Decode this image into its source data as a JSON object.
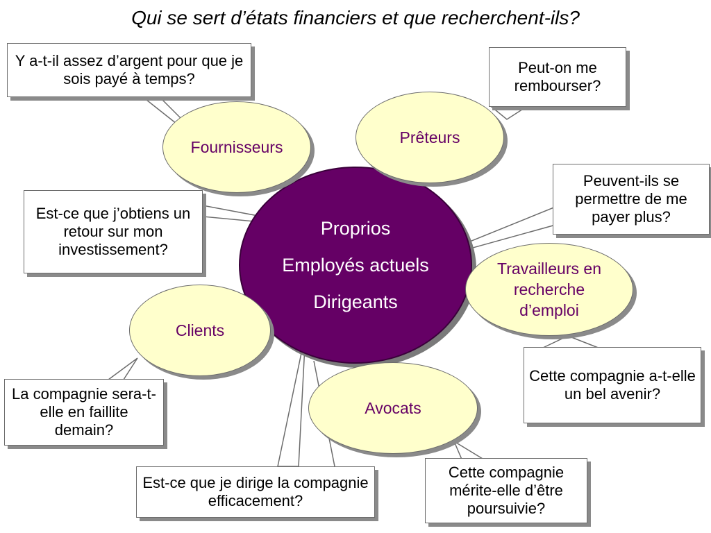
{
  "title": "Qui se sert d’états financiers et que recherchent-ils?",
  "colors": {
    "center_fill": "#650065",
    "center_text": "#ffffff",
    "group_fill": "#ffffcc",
    "group_text": "#650065",
    "callout_fill": "#ffffff",
    "shadow": "#8a8a8a"
  },
  "center": {
    "lines": [
      "Proprios",
      "Employés actuels",
      "Dirigeants"
    ]
  },
  "groups": {
    "fournisseurs": "Fournisseurs",
    "preteurs": "Prêteurs",
    "travailleurs": "Travailleurs en recherche d’emploi",
    "clients": "Clients",
    "avocats": "Avocats"
  },
  "questions": {
    "fournisseurs": "Y a-t-il assez d’argent pour que je sois payé à temps?",
    "preteurs": "Peut-on me rembourser?",
    "employes": "Peuvent-ils se permettre de me payer plus?",
    "proprios": "Est-ce que j’obtiens un retour sur mon investissement?",
    "travailleurs": "Cette compagnie a-t-elle un bel avenir?",
    "clients": "La compagnie sera-t-elle en faillite demain?",
    "dirigeants": "Est-ce que je dirige la compagnie efficacement?",
    "avocats": "Cette compagnie mérite-elle d’être poursuivie?"
  }
}
